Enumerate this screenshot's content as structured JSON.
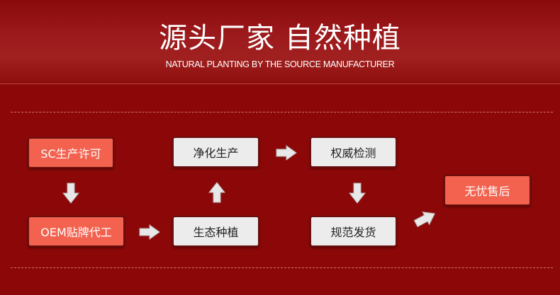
{
  "header": {
    "title": "源头厂家 自然种植",
    "subtitle": "NATURAL PLANTING BY THE SOURCE MANUFACTURER"
  },
  "flow": {
    "sc_license": "SC生产许可",
    "oem_label": "OEM贴牌代工",
    "eco_planting": "生态种植",
    "purified_production": "净化生产",
    "authority_testing": "权威检测",
    "standard_shipping": "规范发货",
    "worry_free_aftersales": "无忧售后"
  },
  "colors": {
    "background": "#8c0808",
    "accent_box": "#f2624f",
    "light_box": "#ececec"
  }
}
